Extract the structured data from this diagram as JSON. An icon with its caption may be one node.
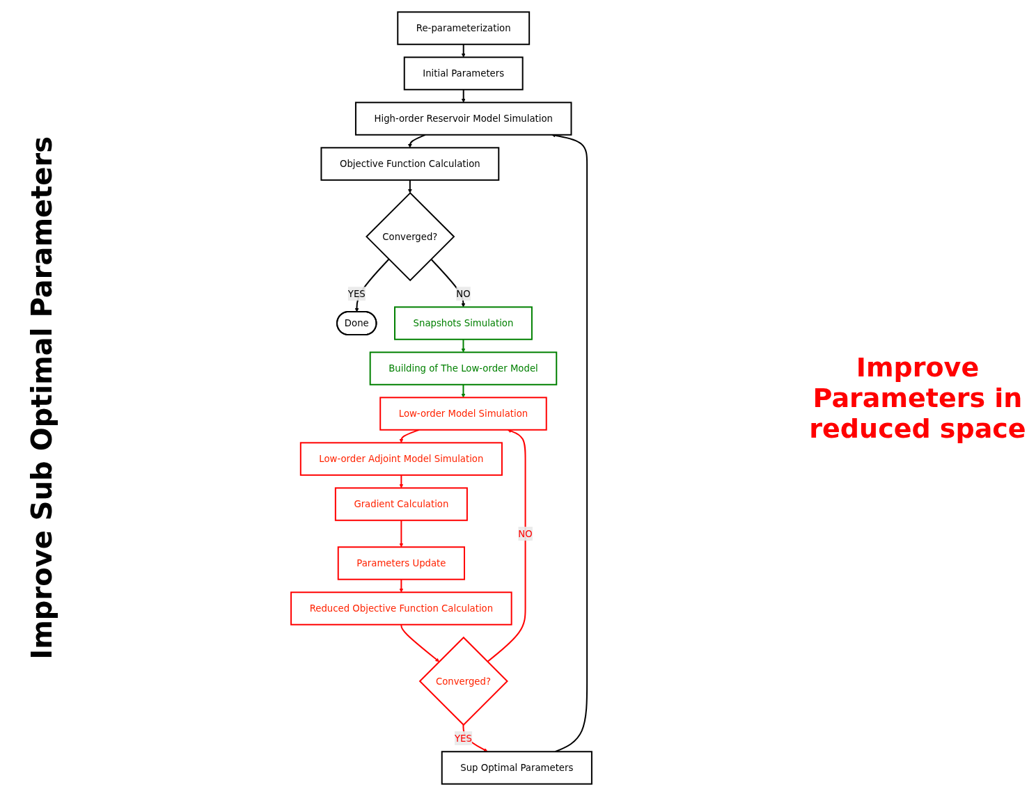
{
  "diagram": {
    "nodes": [
      {
        "text": [
          "Re-parameterization"
        ]
      },
      {
        "text": [
          "Initial Parameters"
        ]
      },
      {
        "text": [
          "High-order Reservoir Model Simulation"
        ]
      },
      {
        "text": [
          "Objective Function Calculation"
        ]
      },
      {
        "text": [
          "Converged?"
        ]
      },
      {
        "text": [
          "Done"
        ]
      },
      {
        "text": [
          "Snapshots Simulation"
        ]
      },
      {
        "text": [
          "Building of The Low-order Model"
        ]
      },
      {
        "text": [
          "Low-order Model Simulation"
        ]
      },
      {
        "text": [
          "Low-order Adjoint Model Simulation"
        ]
      },
      {
        "text": [
          "Gradient Calculation"
        ]
      },
      {
        "text": [
          "Parameters Update"
        ]
      },
      {
        "text": [
          "Reduced Objective Function Calculation"
        ]
      },
      {
        "text": [
          "Converged?"
        ]
      },
      {
        "text": [
          "Sup Optimal Parameters"
        ]
      }
    ],
    "edges": [
      {
        "from": 0,
        "to": 1,
        "arrow": "to"
      },
      {
        "from": 1,
        "to": 2,
        "arrow": "to"
      },
      {
        "from": 2,
        "to": 3,
        "arrow": "to"
      },
      {
        "from": 3,
        "to": 4,
        "arrow": "to"
      },
      {
        "from": 4,
        "to": 5,
        "arrow": "to",
        "label": "YES"
      },
      {
        "from": 4,
        "to": 6,
        "arrow": "to",
        "label": "NO"
      },
      {
        "from": 6,
        "to": 7,
        "arrow": "to",
        "color": "#008000"
      },
      {
        "from": 7,
        "to": 8,
        "arrow": "to",
        "color": "#008000"
      },
      {
        "from": 8,
        "to": 9,
        "arrow": "to",
        "color": "#ff0000"
      },
      {
        "from": 9,
        "to": 10,
        "arrow": "to",
        "color": "#ff0000"
      },
      {
        "from": 10,
        "to": 11,
        "arrow": "to",
        "color": "#ff0000"
      },
      {
        "from": 11,
        "to": 12,
        "arrow": "to",
        "color": "#ff0000"
      },
      {
        "from": 12,
        "to": 13,
        "arrow": "to",
        "color": "#ff0000"
      },
      {
        "from": 13,
        "to": 8,
        "arrow": "to",
        "color": "#ff0000",
        "label": "NO"
      },
      {
        "from": 13,
        "to": 14,
        "arrow": "to",
        "color": "#ff0000",
        "label": "YES"
      },
      {
        "from": 14,
        "to": 2,
        "arrow": "to"
      }
    ],
    "labels": [
      "Improve Sub Optimal Parameters",
      "Improve Parameters in reduced space"
    ]
  }
}
